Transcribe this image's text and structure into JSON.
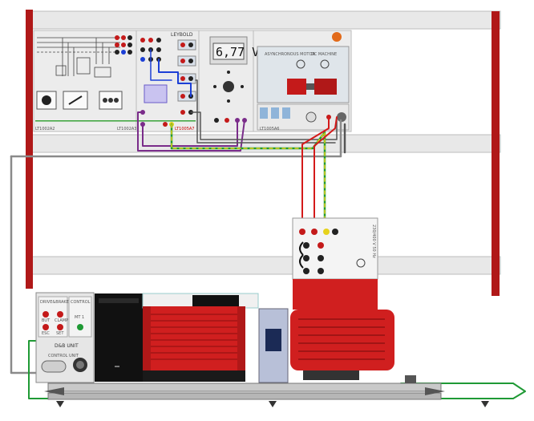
{
  "meter": {
    "reading": "6,77 V"
  },
  "panel_labels": {
    "left_code": "LT1002A2",
    "mid_code": "LT1002A3",
    "red_code": "LT1005A7",
    "brand": "LEYBOLD",
    "module_code_1": "LT1005A6",
    "motor_label_1": "ASYNCHRONOUS MOTOR",
    "motor_label_2": "DC MACHINE"
  },
  "db_unit": {
    "title": "D&B UNIT",
    "left_header": "DRIVE&BRAKE",
    "right_header": "CONTROL",
    "btn_1": "BUT",
    "btn_2": "CLAMP",
    "btn_3": "ESC",
    "btn_4": "SET",
    "key_label": "MT 1",
    "sub_label": "CONTROL UNIT"
  },
  "terminal_box": {
    "side_text": "230/400 V  50 Hz"
  },
  "colors": {
    "frame_red": "#b01818",
    "motor_red": "#d01f1f",
    "panel_bg": "#e7e7e7",
    "wire_gray": "#8a8a8a",
    "wire_purple": "#7a2c8a",
    "wire_blue": "#1c3fd6",
    "wire_green": "#1f9a35",
    "wire_yellow": "#e6d21b"
  }
}
